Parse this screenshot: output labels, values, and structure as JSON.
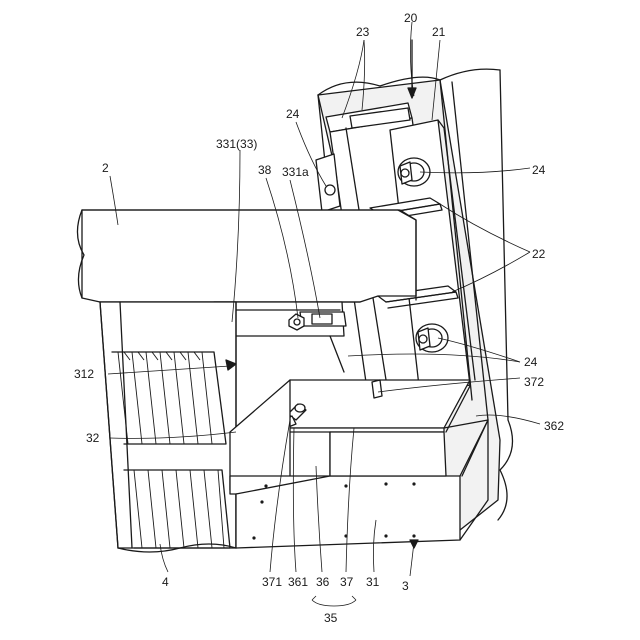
{
  "labels": [
    {
      "id": "l20",
      "text": "20"
    },
    {
      "id": "l23",
      "text": "23"
    },
    {
      "id": "l21",
      "text": "21"
    },
    {
      "id": "l24a",
      "text": "24"
    },
    {
      "id": "l24b",
      "text": "24"
    },
    {
      "id": "l2",
      "text": "2"
    },
    {
      "id": "l331_33",
      "text": "331(33)"
    },
    {
      "id": "l38",
      "text": "38"
    },
    {
      "id": "l331a",
      "text": "331a"
    },
    {
      "id": "l22",
      "text": "22"
    },
    {
      "id": "l24c",
      "text": "24"
    },
    {
      "id": "l312",
      "text": "312"
    },
    {
      "id": "l372",
      "text": "372"
    },
    {
      "id": "l32",
      "text": "32"
    },
    {
      "id": "l362",
      "text": "362"
    },
    {
      "id": "l4",
      "text": "4"
    },
    {
      "id": "l371",
      "text": "371"
    },
    {
      "id": "l361",
      "text": "361"
    },
    {
      "id": "l36",
      "text": "36"
    },
    {
      "id": "l37",
      "text": "37"
    },
    {
      "id": "l31",
      "text": "31"
    },
    {
      "id": "l3",
      "text": "3"
    },
    {
      "id": "l35",
      "text": "35"
    }
  ]
}
